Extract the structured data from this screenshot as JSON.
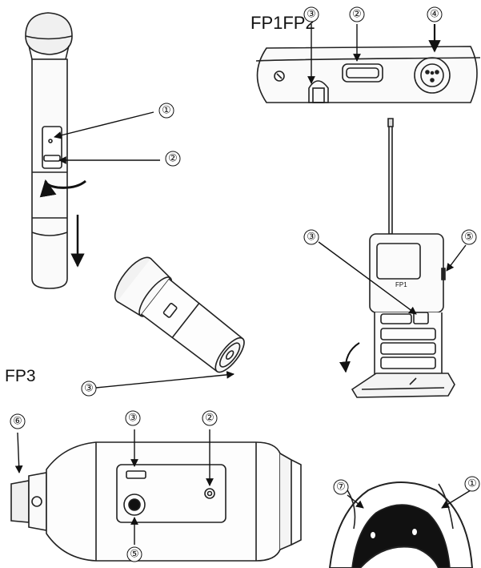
{
  "titles": {
    "top_right": "FP1FP2",
    "left_middle": "FP3"
  },
  "device_text": {
    "bodypack_model": "FP1"
  },
  "callouts": {
    "c1": "①",
    "c2": "②",
    "c3": "③",
    "c4": "④",
    "c5": "⑤",
    "c6": "⑥",
    "c7": "⑦"
  }
}
